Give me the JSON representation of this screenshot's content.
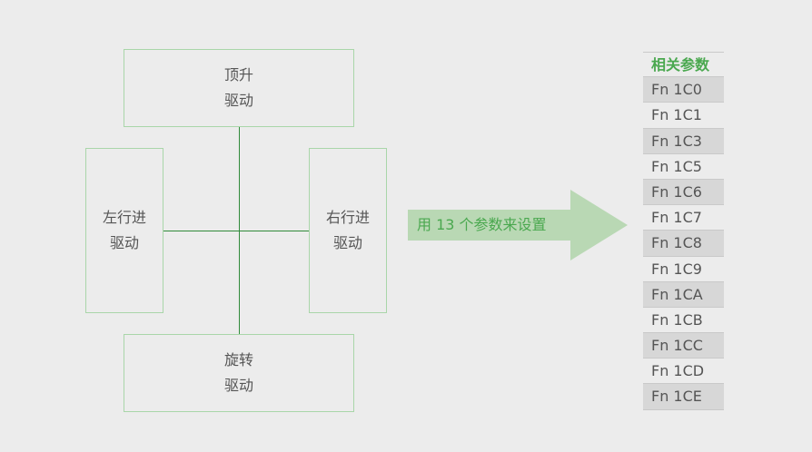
{
  "diagram": {
    "top_box": {
      "line1": "顶升",
      "line2": "驱动"
    },
    "left_box": {
      "line1": "左行进",
      "line2": "驱动"
    },
    "right_box": {
      "line1": "右行进",
      "line2": "驱动"
    },
    "bottom_box": {
      "line1": "旋转",
      "line2": "驱动"
    },
    "arrow_label": "用 13 个参数来设置",
    "colors": {
      "box_border": "#a9d6a9",
      "connector_line": "#2f8a3a",
      "arrow_fill": "#b9d8b4",
      "arrow_text": "#4aa84f",
      "header_text": "#4aa84f",
      "row_shade": "#d7d7d7"
    }
  },
  "params_table": {
    "header": "相关参数",
    "rows": [
      "Fn 1C0",
      "Fn 1C1",
      "Fn 1C3",
      "Fn 1C5",
      "Fn 1C6",
      "Fn 1C7",
      "Fn 1C8",
      "Fn 1C9",
      "Fn 1CA",
      "Fn 1CB",
      "Fn 1CC",
      "Fn 1CD",
      "Fn 1CE"
    ]
  }
}
